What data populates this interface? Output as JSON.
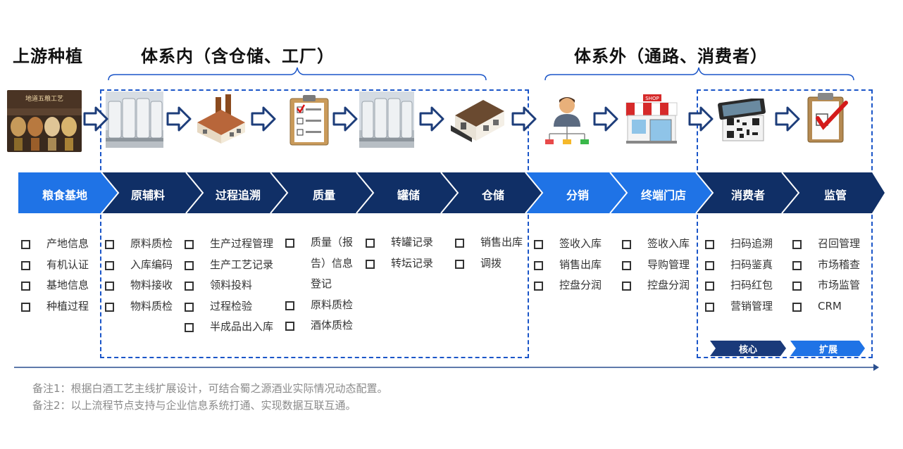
{
  "titles": {
    "upstream": "上游种植",
    "inside": "体系内（含仓储、工厂）",
    "outside": "体系外（通路、消费者）"
  },
  "base_image_caption": "地道五粮工艺",
  "stages": [
    {
      "label": "粮食基地",
      "color": "#1f73e6"
    },
    {
      "label": "原辅料",
      "color": "#102f66"
    },
    {
      "label": "过程追溯",
      "color": "#102f66"
    },
    {
      "label": "质量",
      "color": "#102f66"
    },
    {
      "label": "罐储",
      "color": "#102f66"
    },
    {
      "label": "仓储",
      "color": "#102f66"
    },
    {
      "label": "分销",
      "color": "#1f73e6"
    },
    {
      "label": "终端门店",
      "color": "#1f73e6"
    },
    {
      "label": "消费者",
      "color": "#102f66"
    },
    {
      "label": "监管",
      "color": "#102f66"
    }
  ],
  "lists": {
    "base": [
      "产地信息",
      "有机认证",
      "基地信息",
      "种植过程"
    ],
    "raw": [
      "原料质检",
      "入库编码",
      "物料接收",
      "物料质检"
    ],
    "process": [
      "生产过程管理",
      "生产工艺记录",
      "领料投料",
      "过程检验",
      "半成品出入库"
    ],
    "quality_item1_line1": "质量（报",
    "quality_item1_line2": "告）信息",
    "quality_item1_line3": "登记",
    "quality_more": [
      "原料质检",
      "酒体质检"
    ],
    "tank": [
      "转罐记录",
      "转坛记录"
    ],
    "warehouse": [
      "销售出库",
      "调拨"
    ],
    "distribution": [
      "签收入库",
      "销售出库",
      "控盘分润"
    ],
    "store": [
      "签收入库",
      "导购管理",
      "控盘分润"
    ],
    "consumer": [
      "扫码追溯",
      "扫码鉴真",
      "扫码红包",
      "营销管理"
    ],
    "supervision": [
      "召回管理",
      "市场稽查",
      "市场监管",
      "CRM"
    ]
  },
  "badges": {
    "core": "核心",
    "extend": "扩展",
    "core_color": "#1a3a7a",
    "extend_color": "#1f73e6"
  },
  "icons": [
    "grain-samples-image",
    "steel-tanks-icon",
    "factory-icon",
    "checklist-icon",
    "steel-tanks-icon",
    "warehouse-icon",
    "distributor-network-icon",
    "shop-icon",
    "qr-scan-phone-icon",
    "clipboard-check-icon"
  ],
  "shop_sign": "SHOP",
  "notes": [
    "备注1：根据白酒工艺主线扩展设计，可结合蜀之源酒业实际情况动态配置。",
    "备注2：以上流程节点支持与企业信息系统打通、实现数据互联互通。"
  ],
  "colors": {
    "dark_blue": "#102f66",
    "bright_blue": "#1f73e6",
    "dash": "#1a55c8",
    "note": "#8a8a8a"
  }
}
